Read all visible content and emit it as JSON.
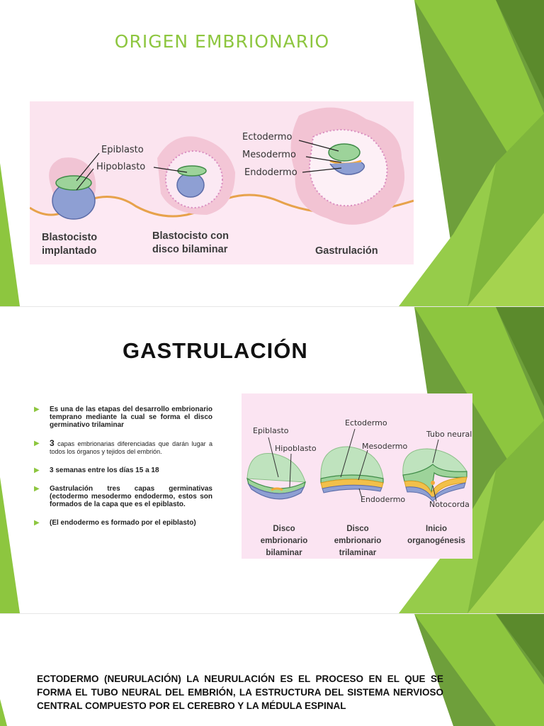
{
  "slide1": {
    "title": "ORIGEN EMBRIONARIO",
    "figure": {
      "labels": {
        "epiblasto": "Epiblasto",
        "hipoblasto": "Hipoblasto",
        "ectodermo": "Ectodermo",
        "mesodermo": "Mesodermo",
        "endodermo": "Endodermo"
      },
      "captions": {
        "c1_line1": "Blastocisto",
        "c1_line2": "implantado",
        "c2_line1": "Blastocisto con",
        "c2_line2": "disco bilaminar",
        "c3": "Gastrulación"
      }
    }
  },
  "slide2": {
    "title": "GASTRULACIÓN",
    "bullets": [
      {
        "text": "Es una de las etapas del desarrollo embrionario temprano mediante la cual se forma el disco germinativo trilaminar"
      },
      {
        "num": "3",
        "text": " capas embrionarias diferenciadas que darán lugar a todos los órganos y tejidos del embrión."
      },
      {
        "text": "3 semanas entre los días 15 a 18"
      },
      {
        "text": "Gastrulación tres capas germinativas (ectodermo mesodermo endodermo, estos son formados de la capa que es el epiblasto."
      },
      {
        "text": "(El endodermo es formado por el epiblasto)"
      }
    ],
    "figure": {
      "labels": {
        "epiblasto": "Epiblasto",
        "hipoblasto": "Hipoblasto",
        "ectodermo": "Ectodermo",
        "mesodermo": "Mesodermo",
        "endodermo": "Endodermo",
        "tubo_neural": "Tubo neural",
        "notocorda": "Notocorda"
      },
      "captions": {
        "c1_line1": "Disco embrionario",
        "c1_line2": "bilaminar",
        "c2_line1": "Disco embrionario",
        "c2_line2": "trilaminar",
        "c3_line1": "Inicio",
        "c3_line2": "organogénesis"
      }
    }
  },
  "slide3": {
    "text": "ECTODERMO (NEURULACIÓN) LA NEURULACIÓN ES EL PROCESO EN EL QUE SE FORMA EL TUBO NEURAL DEL EMBRIÓN, LA ESTRUCTURA DEL SISTEMA NERVIOSO CENTRAL COMPUESTO POR EL CEREBRO Y LA MÉDULA ESPINAL"
  },
  "colors": {
    "accent_green": "#8dc63f",
    "dark_green": "#5f8d2e",
    "panel_pink": "#fbe4ef",
    "embryo_blue": "#8e9fd3",
    "embryo_green": "#9dd39a",
    "orange_layer": "#f2a93b"
  }
}
